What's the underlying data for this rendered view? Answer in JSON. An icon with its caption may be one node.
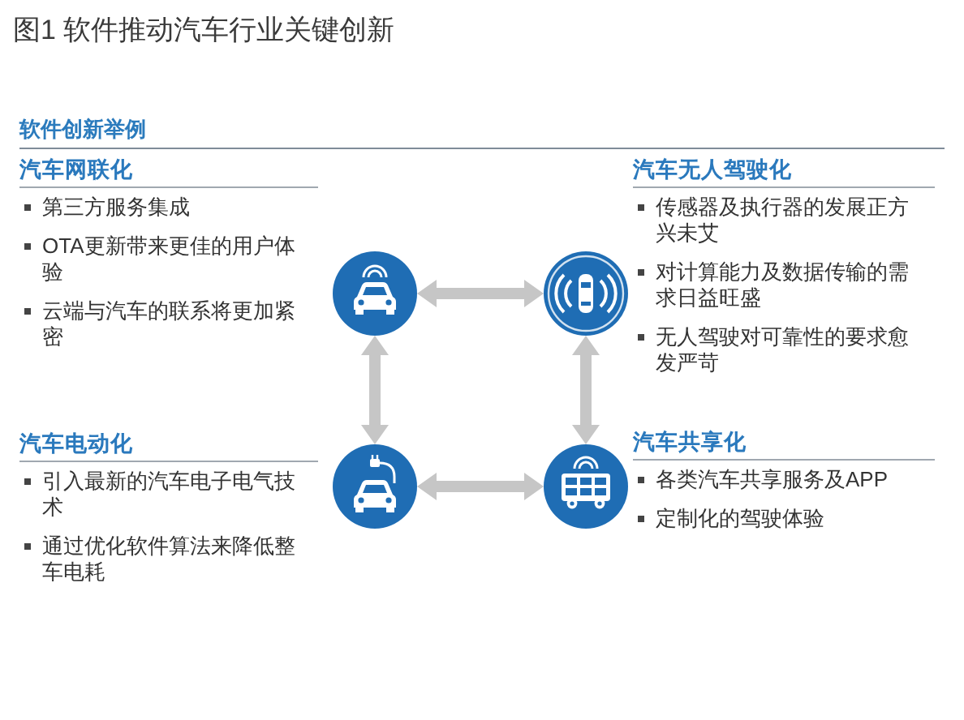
{
  "diagram": {
    "title": "图1 软件推动汽车行业关键创新",
    "nodes": [
      {
        "text": [],
        "shape": "circle",
        "beside": [
          "汽车网联化",
          "第三方服务集成",
          "OTA更新带来更佳的用户体验",
          "云端与汽车的联系将更加紧密"
        ]
      },
      {
        "text": [],
        "shape": "circle",
        "beside": [
          "汽车无人驾驶化",
          "传感器及执行器的发展正方兴未艾",
          "对计算能力及数据传输的需求日益旺盛",
          "无人驾驶对可靠性的要求愈发严苛"
        ]
      },
      {
        "text": [],
        "shape": "circle",
        "beside": [
          "汽车电动化",
          "引入最新的汽车电子电气技术",
          "通过优化软件算法来降低整车电耗"
        ]
      },
      {
        "text": [],
        "shape": "circle",
        "beside": [
          "汽车共享化",
          "各类汽车共享服务及APP",
          "定制化的驾驶体验"
        ]
      }
    ],
    "edges": [
      {
        "from": 0,
        "to": 1,
        "arrow": "both"
      },
      {
        "from": 0,
        "to": 2,
        "arrow": "both"
      },
      {
        "from": 1,
        "to": 3,
        "arrow": "both"
      },
      {
        "from": 2,
        "to": 3,
        "arrow": "both"
      }
    ],
    "labels": [
      "软件创新举例"
    ]
  }
}
